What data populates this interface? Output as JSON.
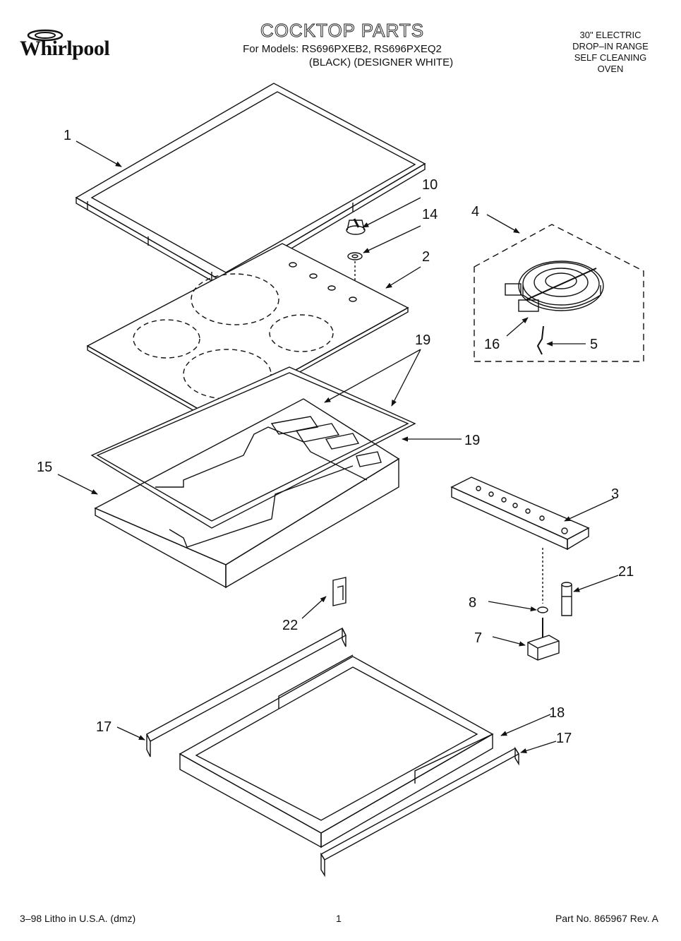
{
  "brand": "Whirlpool",
  "header": {
    "title": "COCKTOP PARTS",
    "models_line": "For Models: RS696PXEB2, RS696PXEQ2",
    "variants_line": "(BLACK)   (DESIGNER WHITE)"
  },
  "product": {
    "line1": "30\" ELECTRIC",
    "line2": "DROP–IN RANGE",
    "line3": "SELF CLEANING",
    "line4": "OVEN"
  },
  "callouts": {
    "c1": "1",
    "c2": "2",
    "c3": "3",
    "c4": "4",
    "c5": "5",
    "c7": "7",
    "c8": "8",
    "c10": "10",
    "c14": "14",
    "c15": "15",
    "c16": "16",
    "c17a": "17",
    "c17b": "17",
    "c18": "18",
    "c19a": "19",
    "c19b": "19",
    "c21": "21",
    "c22": "22"
  },
  "footer": {
    "left": "3–98 Litho in U.S.A. (dmz)",
    "page": "1",
    "part_no": "Part No. 865967 Rev. A"
  }
}
